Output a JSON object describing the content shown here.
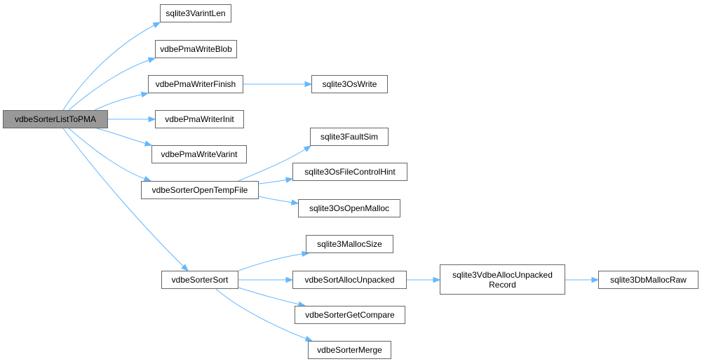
{
  "accent": {
    "edge": "#63b8ff",
    "node_border": "#666666",
    "root_fill": "#999999"
  },
  "nodes": [
    {
      "id": "root",
      "label": "vdbeSorterListToPMA",
      "root": true
    },
    {
      "id": "n1",
      "label": "sqlite3VarintLen"
    },
    {
      "id": "n2",
      "label": "vdbePmaWriteBlob"
    },
    {
      "id": "n3",
      "label": "vdbePmaWriterFinish"
    },
    {
      "id": "n4",
      "label": "sqlite3OsWrite"
    },
    {
      "id": "n5",
      "label": "vdbePmaWriterInit"
    },
    {
      "id": "n6",
      "label": "vdbePmaWriteVarint"
    },
    {
      "id": "n7",
      "label": "sqlite3FaultSim"
    },
    {
      "id": "n8",
      "label": "vdbeSorterOpenTempFile"
    },
    {
      "id": "n9",
      "label": "sqlite3OsFileControlHint"
    },
    {
      "id": "n10",
      "label": "sqlite3OsOpenMalloc"
    },
    {
      "id": "n11",
      "label": "sqlite3MallocSize"
    },
    {
      "id": "n12",
      "label": "vdbeSorterSort"
    },
    {
      "id": "n13",
      "label": "vdbeSortAllocUnpacked"
    },
    {
      "id": "n14",
      "label": "sqlite3VdbeAllocUnpacked\nRecord"
    },
    {
      "id": "n15",
      "label": "sqlite3DbMallocRaw"
    },
    {
      "id": "n16",
      "label": "vdbeSorterGetCompare"
    },
    {
      "id": "n17",
      "label": "vdbeSorterMerge"
    }
  ],
  "edges": [
    {
      "from": "root",
      "to": "n1"
    },
    {
      "from": "root",
      "to": "n2"
    },
    {
      "from": "root",
      "to": "n3"
    },
    {
      "from": "root",
      "to": "n5"
    },
    {
      "from": "root",
      "to": "n6"
    },
    {
      "from": "root",
      "to": "n8"
    },
    {
      "from": "root",
      "to": "n12"
    },
    {
      "from": "n3",
      "to": "n4"
    },
    {
      "from": "n8",
      "to": "n7"
    },
    {
      "from": "n8",
      "to": "n9"
    },
    {
      "from": "n8",
      "to": "n10"
    },
    {
      "from": "n12",
      "to": "n11"
    },
    {
      "from": "n12",
      "to": "n13"
    },
    {
      "from": "n12",
      "to": "n16"
    },
    {
      "from": "n12",
      "to": "n17"
    },
    {
      "from": "n13",
      "to": "n14"
    },
    {
      "from": "n14",
      "to": "n15"
    }
  ]
}
